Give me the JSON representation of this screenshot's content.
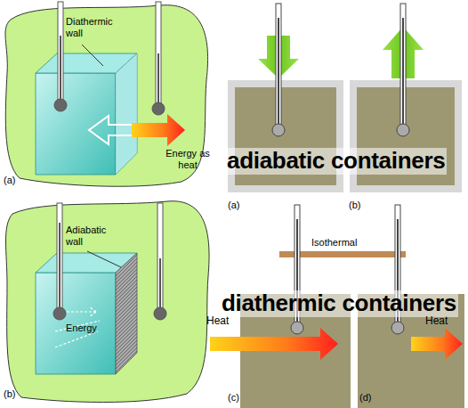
{
  "diagram": {
    "labels": [
      "Diathermic wall",
      "Energy as heat",
      "(a)",
      "Adiabatic wall",
      "Energy",
      "(b)",
      "adiabatic containers",
      "(a)",
      "(b)",
      "Isothermal",
      "diathermic containers",
      "Heat",
      "Heat",
      "(c)",
      "(d)"
    ]
  }
}
